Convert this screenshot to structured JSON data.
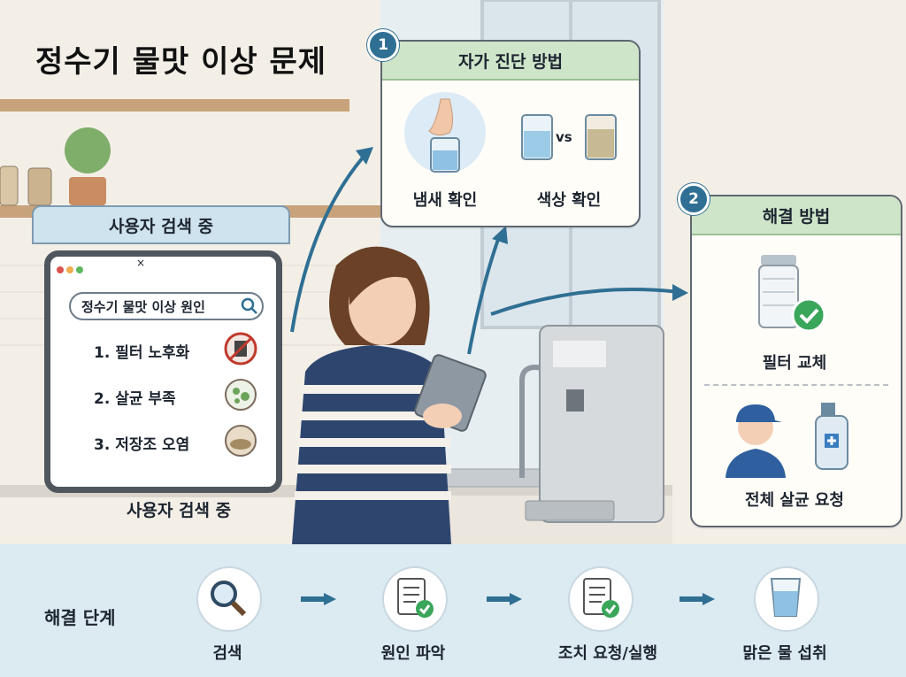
{
  "title": "정수기 물맛 이상 문제",
  "search_panel": {
    "header": "사용자 검색 중",
    "query": "정수기 물맛 이상 원인",
    "results": [
      "1. 필터 노후화",
      "2. 살균 부족",
      "3. 저장조 오염"
    ],
    "caption": "사용자 검색 중"
  },
  "diagnosis_card": {
    "number": "1",
    "header": "자가 진단 방법",
    "items": [
      "냄새 확인",
      "색상 확인"
    ],
    "vs": "vs"
  },
  "solution_card": {
    "number": "2",
    "header": "해결 방법",
    "items": [
      "필터 교체",
      "전체 살균 요청"
    ]
  },
  "steps": {
    "title": "해결 단계",
    "items": [
      "검색",
      "원인 파악",
      "조치 요청/실행",
      "맑은 물 섭취"
    ]
  },
  "colors": {
    "green_header": "#cfe5c9",
    "blue_badge": "#2f6f93",
    "arrow": "#2f6f93",
    "bottom_band": "#dceaf2",
    "check_green": "#3aa65a"
  }
}
